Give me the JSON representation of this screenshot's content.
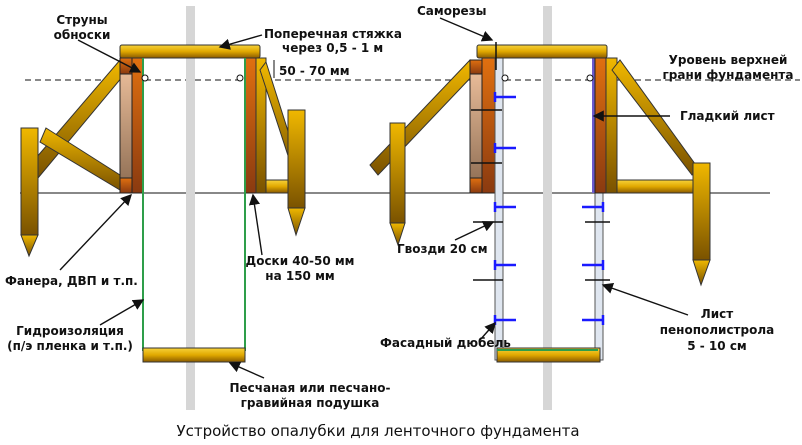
{
  "labels": {
    "strings_1": "Струны",
    "strings_2": "обноски",
    "crossbar_1": "Поперечная стяжка",
    "crossbar_2": "через 0,5 - 1 м",
    "gap": "50 - 70 мм",
    "plywood": "Фанера, ДВП и т.п.",
    "boards_1": "Доски 40-50 мм",
    "boards_2": "на 150 мм",
    "waterproof_1": "Гидроизоляция",
    "waterproof_2": "(п/э пленка и т.п.)",
    "sand_1": "Песчаная или песчано-",
    "sand_2": "гравийная подушка",
    "screws": "Саморезы",
    "level_1": "Уровень верхней",
    "level_2": "грани фундамента",
    "smooth_sheet": "Гладкий лист",
    "nails": "Гвозди 20 см",
    "dowel": "Фасадный дюбель",
    "foam_1": "Лист",
    "foam_2": "пенополистрола",
    "foam_3": "5 - 10 см"
  },
  "title": "Устройство опалубки для ленточного фундамента",
  "colors": {
    "wood": "#e0a800",
    "board": "#d2691e",
    "liner": "#2e9e4a",
    "nail": "#1a1aff",
    "foam": "#dfe6f0"
  }
}
